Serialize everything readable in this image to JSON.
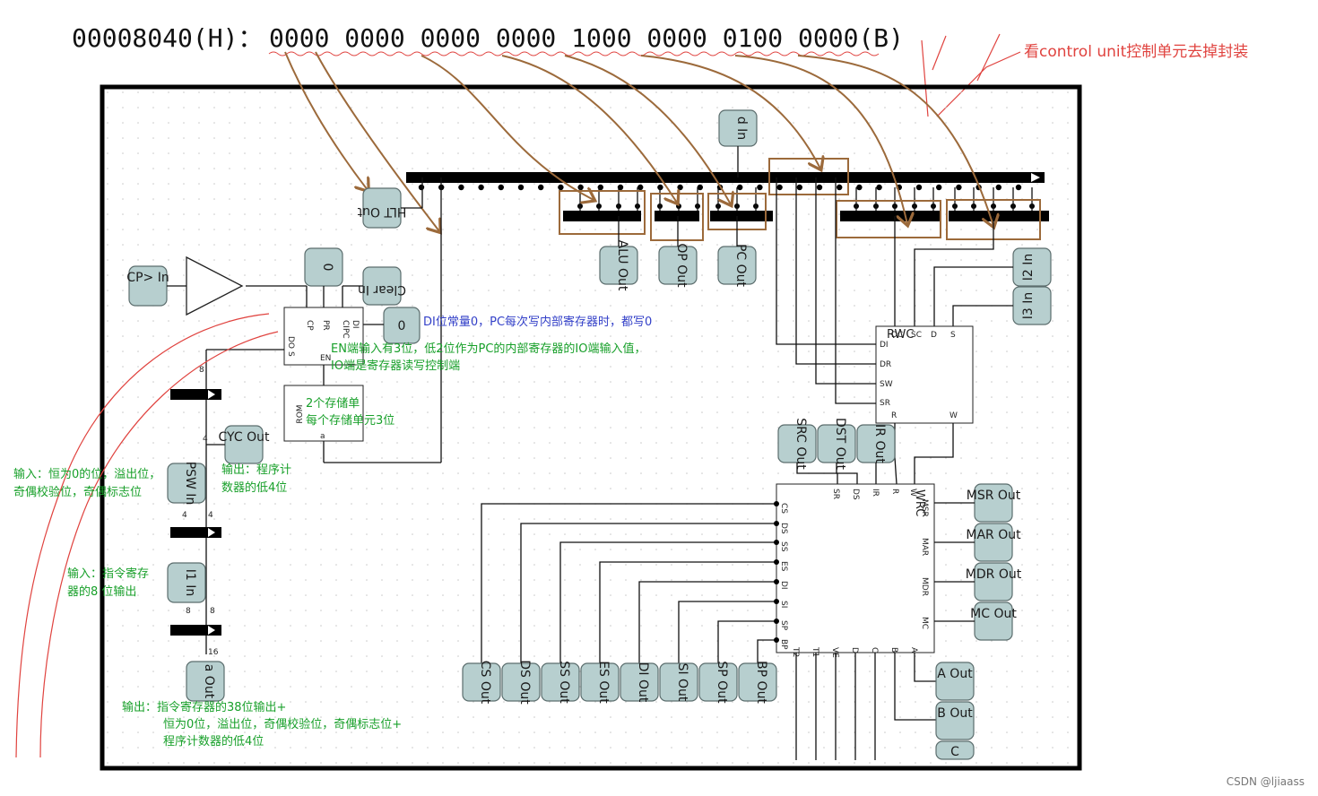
{
  "hex_line": {
    "hex": "00008040(H)：",
    "binary": "0000 0000 0000 0000 1000 0000 0100 0000(B)"
  },
  "note_top": "看control unit控制单元去掉封装",
  "watermark": "CSDN @ljiaass",
  "terminals": {
    "d_in": "d In",
    "hlt_out": "HLT Out",
    "cp_in": "CP> In",
    "const0_a": "0",
    "clear_in": "Clear In",
    "const0_b": "0",
    "alu_out": "ALU Out",
    "op_out": "OP Out",
    "pc_out": "PC Out",
    "i2_in": "I2 In",
    "i3_in": "I3 In",
    "cyc_out": "CYC Out",
    "psw_in": "PSW In",
    "i1_in": "I1 In",
    "a_out": "a Out",
    "src_out": "SRC Out",
    "dst_out": "DST Out",
    "ir_out": "IR Out",
    "msr_out": "MSR Out",
    "mar_out": "MAR Out",
    "mdr_out": "MDR Out",
    "mc_out": "MC Out",
    "A_out": "A Out",
    "B_out": "B Out",
    "C_out": "C",
    "cs_out": "CS Out",
    "ds_out": "DS Out",
    "ss_out": "SS Out",
    "es_out": "ES Out",
    "di_out": "DI Out",
    "si_out": "SI Out",
    "sp_out": "SP Out",
    "bp_out": "BP Out"
  },
  "components": {
    "rwc_title": "RWC",
    "rwc_pins": [
      "DC",
      "SC",
      "D",
      "S",
      "DI",
      "DR",
      "SW",
      "SR",
      "R",
      "W"
    ],
    "wrc_title": "WRC",
    "wrc_left_pins": [
      "CS",
      "DS",
      "SS",
      "ES",
      "DI",
      "SI",
      "SP",
      "BP"
    ],
    "wrc_top_pins": [
      "SR",
      "DS",
      "IR",
      "R",
      "W"
    ],
    "wrc_right_pins": [
      "MSR",
      "MAR",
      "MDR",
      "MC"
    ],
    "wrc_bottom_pins": [
      "T2",
      "T1",
      "VE",
      "D",
      "C",
      "B",
      "A"
    ],
    "pc_pins": [
      "CP",
      "PR",
      "DI",
      "CIPC",
      "DO",
      "S",
      "EN"
    ],
    "rom_label": "ROM",
    "rom_pin": "a"
  },
  "bus_widths": [
    "8",
    "4",
    "4",
    "4",
    "8",
    "8",
    "16"
  ],
  "annotations": {
    "di_const": "DI位常量0，PC每次写内部寄存器时，都写0",
    "en_line1": "EN端输入有3位，低2位作为PC的内部寄存器的IO端输入值，",
    "en_line2": "IO端是寄存器读写控制端",
    "rom_line1": "2个存储单",
    "rom_line2": "每个存储单元3位",
    "psw_line1": "输入：恒为0的位，溢出位，",
    "psw_line2": "奇偶校验位，奇偶标志位",
    "cyc_line1": "输出：程序计",
    "cyc_line2": "数器的低4位",
    "i1_line1": "输入：指令寄存",
    "i1_line2": "器的8 位输出",
    "out_line1": "输出：指令寄存器的38位输出+",
    "out_line2": "恒为0位，溢出位，奇偶校验位，奇偶标志位+",
    "out_line3": "程序计数器的低4位"
  },
  "colors": {
    "terminal_fill": "#b7cfcf",
    "annotation_green": "#18a02a",
    "annotation_blue": "#3340c8",
    "arrow_brown": "#9c6a3b",
    "red_mark": "#e0433f"
  }
}
